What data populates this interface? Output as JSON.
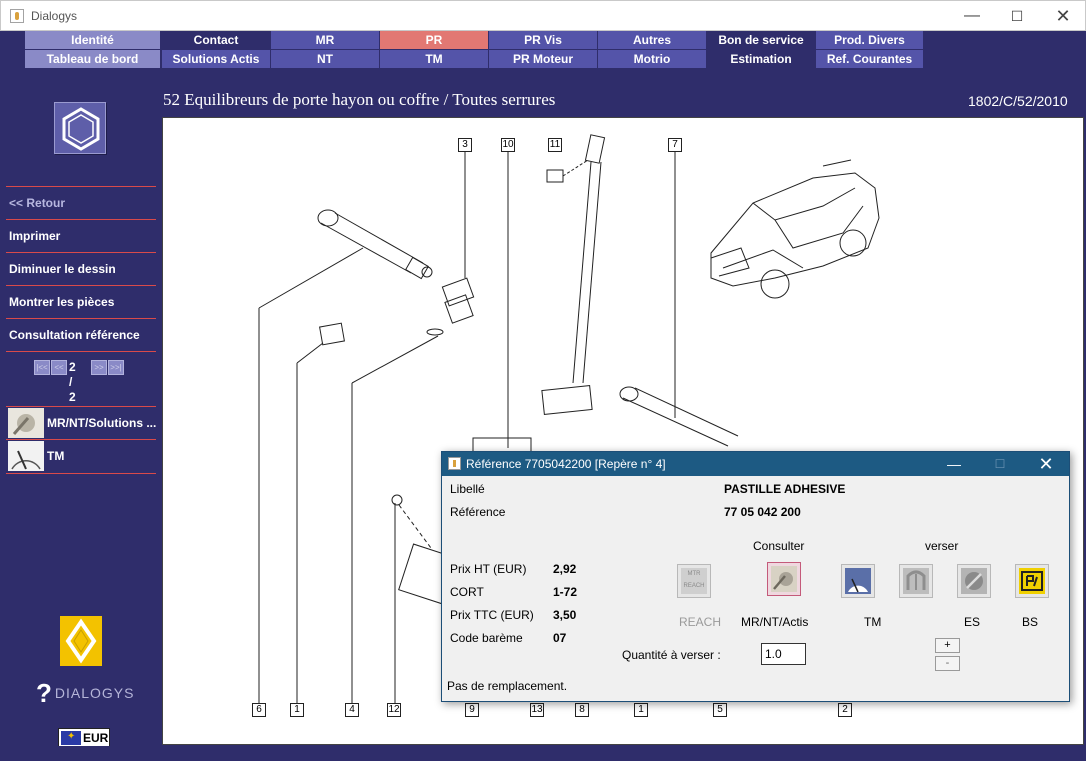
{
  "window": {
    "title": "Dialogys"
  },
  "nav": {
    "row1": [
      {
        "label": "Identité",
        "style": "light"
      },
      {
        "label": "Contact",
        "style": "dark"
      },
      {
        "label": "MR",
        "style": "blue"
      },
      {
        "label": "PR",
        "style": "active"
      },
      {
        "label": "PR Vis",
        "style": "blue"
      },
      {
        "label": "Autres",
        "style": "blue"
      },
      {
        "label": "Bon de service",
        "style": "dark"
      },
      {
        "label": "Prod. Divers",
        "style": "blue"
      }
    ],
    "row2": [
      {
        "label": "Tableau de bord",
        "style": "light"
      },
      {
        "label": "Solutions Actis",
        "style": "blue"
      },
      {
        "label": "NT",
        "style": "blue"
      },
      {
        "label": "TM",
        "style": "blue"
      },
      {
        "label": "PR Moteur",
        "style": "blue"
      },
      {
        "label": "Motrio",
        "style": "blue"
      },
      {
        "label": "Estimation",
        "style": "dark"
      },
      {
        "label": "Ref. Courantes",
        "style": "blue"
      }
    ]
  },
  "sidebar": {
    "menu": [
      {
        "label": "<< Retour"
      },
      {
        "label": "Imprimer"
      },
      {
        "label": "Diminuer le dessin"
      },
      {
        "label": "Montrer les pièces"
      },
      {
        "label": "Consultation référence"
      }
    ],
    "pager": {
      "first": "|<<",
      "prev": "<<",
      "text": "2 / 2",
      "next": ">>",
      "last": ">>|"
    },
    "modules": [
      {
        "label": "MR/NT/Solutions ..."
      },
      {
        "label": "TM"
      }
    ],
    "brand": "DIALOGYS",
    "currency": "EUR"
  },
  "header": {
    "title": "52 Equilibreurs de porte hayon ou coffre / Toutes serrures",
    "code": "1802/C/52/2010"
  },
  "drawing": {
    "callouts": [
      "3",
      "10",
      "11",
      "7",
      "6",
      "1",
      "4",
      "12",
      "9",
      "13",
      "8",
      "1",
      "5",
      "2"
    ]
  },
  "dialog": {
    "title": "Référence 7705042200 [Repère n° 4]",
    "libelle_label": "Libellé",
    "libelle_value": "PASTILLE ADHESIVE",
    "reference_label": "Référence",
    "reference_value": "77 05 042 200",
    "consulter": "Consulter",
    "verser": "verser",
    "prices": [
      {
        "label": "Prix HT (EUR)",
        "value": "2,92"
      },
      {
        "label": "CORT",
        "value": "1-72"
      },
      {
        "label": "Prix TTC (EUR)",
        "value": "3,50"
      },
      {
        "label": "Code barème",
        "value": "07"
      }
    ],
    "buttons": [
      {
        "caption": "REACH",
        "inner": "MTR REACH"
      },
      {
        "caption": "MR/NT/Actis"
      },
      {
        "caption": "TM"
      },
      {
        "caption": ""
      },
      {
        "caption": "ES"
      },
      {
        "caption": "BS"
      }
    ],
    "qty_label": "Quantité à verser :",
    "qty_value": "1.0",
    "plus": "+",
    "minus": "-",
    "replacement": "Pas de remplacement."
  }
}
